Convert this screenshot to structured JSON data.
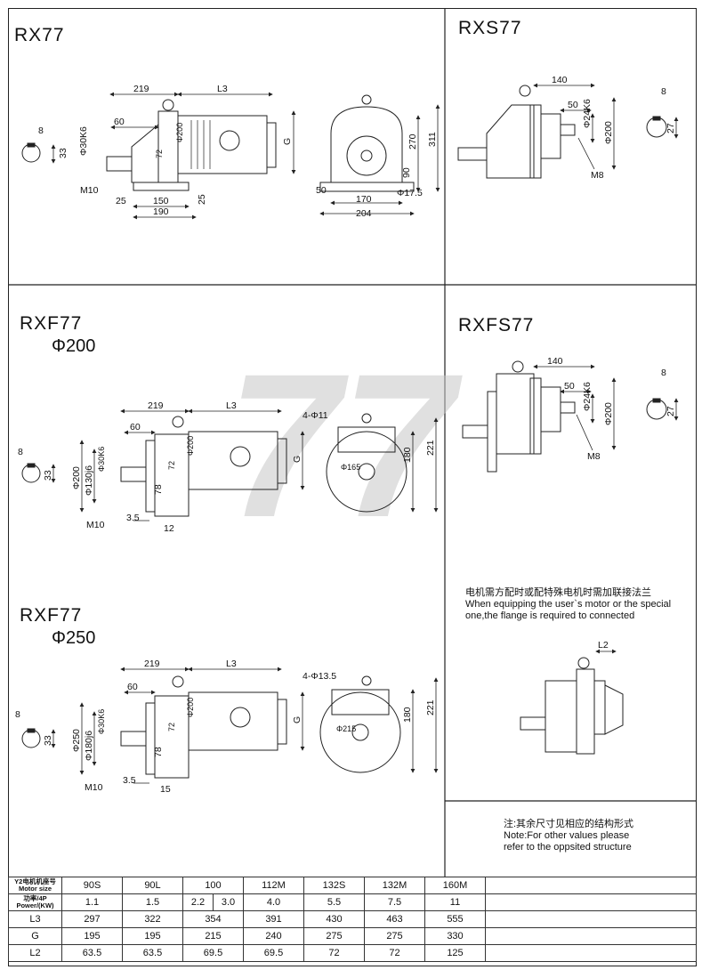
{
  "titles": {
    "rx77": "RX77",
    "rxs77": "RXS77",
    "rxf77": "RXF77",
    "rxf77_sub": "Φ200",
    "rxfs77": "RXFS77",
    "rxf77b": "RXF77",
    "rxf77b_sub": "Φ250"
  },
  "watermark": "77",
  "dims": {
    "rx77": [
      "219",
      "L3",
      "60",
      "8",
      "33",
      "Φ30K6",
      "M10",
      "25",
      "150",
      "190",
      "25",
      "G",
      "Φ200",
      "72",
      "270",
      "311",
      "90",
      "50",
      "170",
      "204",
      "Φ17.5"
    ],
    "rxs77": [
      "140",
      "50",
      "Φ24K6",
      "Φ200",
      "M8",
      "8",
      "27"
    ],
    "rxf77_200": [
      "219",
      "L3",
      "60",
      "8",
      "33",
      "Φ200",
      "Φ130j6",
      "Φ30K6",
      "M10",
      "3.5",
      "12",
      "78",
      "72",
      "Φ200",
      "G",
      "4-Φ11",
      "Φ165",
      "180",
      "221"
    ],
    "rxfs77": [
      "140",
      "50",
      "Φ24K6",
      "Φ200",
      "M8",
      "8",
      "27"
    ],
    "rxf77_250": [
      "219",
      "L3",
      "60",
      "8",
      "33",
      "Φ250",
      "Φ180j6",
      "Φ30K6",
      "M10",
      "3.5",
      "15",
      "78",
      "72",
      "Φ200",
      "G",
      "4-Φ13.5",
      "Φ215",
      "180",
      "221"
    ],
    "l2": "L2"
  },
  "notes": {
    "flange_cn": "电机需方配时或配特殊电机时需加联接法兰",
    "flange_en1": "When equipping the user`s motor or the special",
    "flange_en2": "one,the flange is required to connected",
    "other_cn": "注:其余尺寸见相应的结构形式",
    "other_en1": "Note:For other values please",
    "other_en2": "refer to the oppsited structure"
  },
  "table": {
    "header_cn": "Y2电机机座号",
    "header_en": "Motor size",
    "power_cn": "功率/4P",
    "power_en": "Power/(KW)",
    "sizes": [
      "90S",
      "90L",
      "100",
      "112M",
      "132S",
      "132M",
      "160M"
    ],
    "power": [
      "1.1",
      "1.5",
      "2.2",
      "3.0",
      "4.0",
      "5.5",
      "7.5",
      "11"
    ],
    "rows": [
      {
        "label": "L3",
        "values": [
          "297",
          "322",
          "354",
          "391",
          "430",
          "463",
          "555"
        ]
      },
      {
        "label": "G",
        "values": [
          "195",
          "195",
          "215",
          "240",
          "275",
          "275",
          "330"
        ]
      },
      {
        "label": "L2",
        "values": [
          "63.5",
          "63.5",
          "69.5",
          "69.5",
          "72",
          "72",
          "125"
        ]
      }
    ]
  }
}
